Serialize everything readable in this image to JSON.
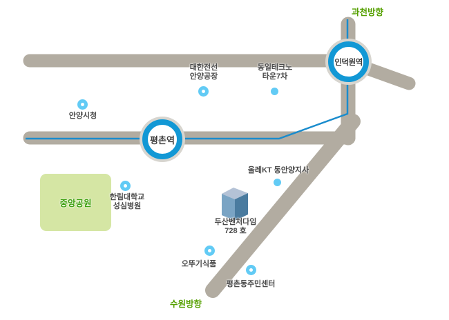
{
  "map": {
    "directions": {
      "gwacheon": "과천방향",
      "suwon": "수원방향"
    },
    "stations": [
      {
        "id": "pyeongchon",
        "label": "평촌역"
      },
      {
        "id": "indeogwon",
        "label": "인덕원역"
      }
    ],
    "park": {
      "label": "중앙공원"
    },
    "building": {
      "label": "두산벤처다임\n728 호"
    },
    "pois": [
      {
        "id": "daehan-cable",
        "label": "대한전선\n안양공장",
        "marker": "donut"
      },
      {
        "id": "dongil-techno",
        "label": "동일테크노\n타운7차",
        "marker": "solid"
      },
      {
        "id": "anyang-cityhall",
        "label": "안양시청",
        "marker": "donut"
      },
      {
        "id": "hallym-hospital",
        "label": "한림대학교\n성심병원",
        "marker": "donut"
      },
      {
        "id": "olleh-kt",
        "label": "올레KT 동안양지사",
        "marker": "solid"
      },
      {
        "id": "ottogi-foods",
        "label": "오뚜기식품",
        "marker": "donut"
      },
      {
        "id": "community-center",
        "label": "평촌동주민센터",
        "marker": "donut"
      }
    ],
    "colors": {
      "road": "#b2aca1",
      "rail_line": "#1a8ccd",
      "station_ring_blue": "#1298d5",
      "station_ring_gray": "#d7d5cf",
      "poi_marker_blue": "#62cbf5",
      "park_fill": "#d5e6a4",
      "park_text_green": "#3da00f",
      "direction_text_green": "#55a000",
      "label_text": "#4b4b4b",
      "building_top": "#b4c2d6",
      "building_left": "#7aa4c4",
      "building_right": "#4a7b9f"
    }
  }
}
